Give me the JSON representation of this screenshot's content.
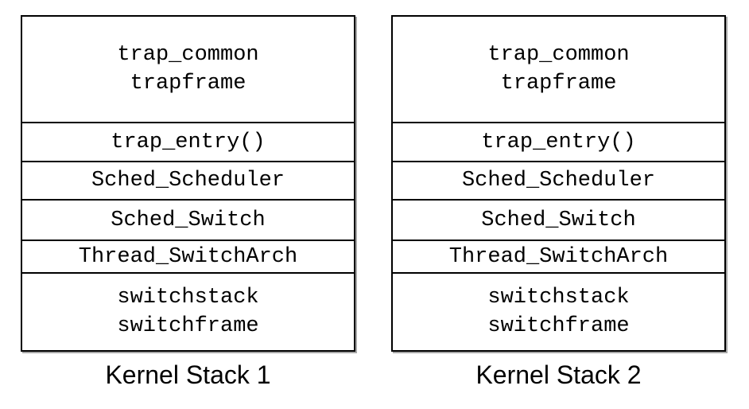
{
  "stacks": [
    {
      "caption": "Kernel Stack 1",
      "frames": [
        {
          "lines": [
            "trap_common",
            "trapframe"
          ]
        },
        {
          "lines": [
            "trap_entry()"
          ]
        },
        {
          "lines": [
            "Sched_Scheduler"
          ]
        },
        {
          "lines": [
            "Sched_Switch"
          ]
        },
        {
          "lines": [
            "Thread_SwitchArch"
          ]
        },
        {
          "lines": [
            "switchstack",
            "switchframe"
          ]
        }
      ]
    },
    {
      "caption": "Kernel Stack 2",
      "frames": [
        {
          "lines": [
            "trap_common",
            "trapframe"
          ]
        },
        {
          "lines": [
            "trap_entry()"
          ]
        },
        {
          "lines": [
            "Sched_Scheduler"
          ]
        },
        {
          "lines": [
            "Sched_Switch"
          ]
        },
        {
          "lines": [
            "Thread_SwitchArch"
          ]
        },
        {
          "lines": [
            "switchstack",
            "switchframe"
          ]
        }
      ]
    }
  ],
  "colors": {
    "background": "#ffffff",
    "border": "#000000",
    "text": "#000000"
  }
}
